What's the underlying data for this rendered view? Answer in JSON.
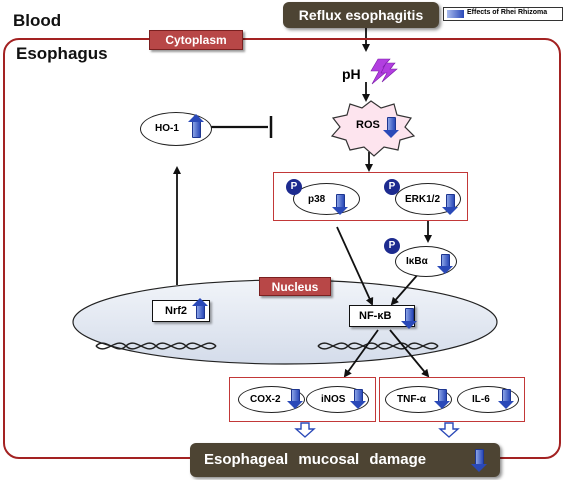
{
  "labels": {
    "blood": "Blood",
    "esophagus": "Esophagus",
    "cytoplasm": "Cytoplasm",
    "nucleus": "Nucleus"
  },
  "top": {
    "reflux": "Reflux esophagitis",
    "legend": "Effects of Rhei Rhizoma",
    "ph": "pH"
  },
  "nodes": {
    "ho1": "HO-1",
    "ros": "ROS",
    "p38": "p38",
    "erk": "ERK1/2",
    "ikba": "IκBα",
    "nrf2": "Nrf2",
    "nfkb": "NF-κB",
    "cox2": "COX-2",
    "inos": "iNOS",
    "tnfa": "TNF-α",
    "il6": "IL-6",
    "phospho": "P"
  },
  "bottom": {
    "outcome": "Esophageal mucosal damage"
  },
  "colors": {
    "border_red": "#a32222",
    "label_red": "#b84747",
    "dark_box": "#4d4433",
    "arrow_blue": "#2a49b8",
    "nucleus_fill": "#e3e9f2",
    "phospho_circle": "#1d2b8f"
  },
  "icons": {
    "decrease": "down-arrow-icon",
    "increase": "up-arrow-icon",
    "acid": "lightning-icon"
  }
}
